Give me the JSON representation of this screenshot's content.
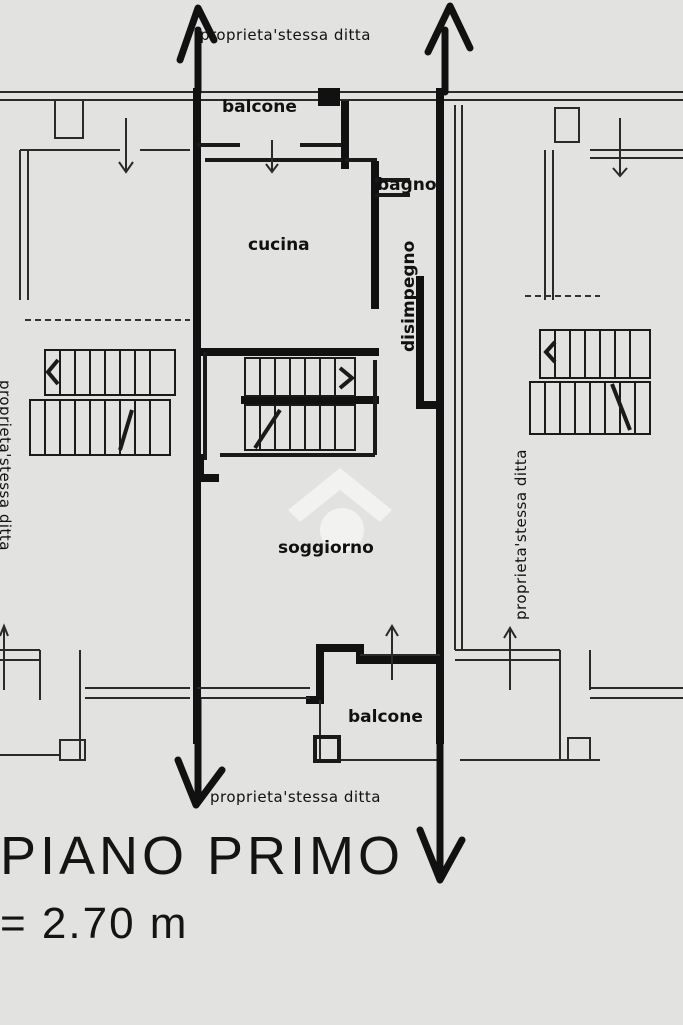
{
  "rooms": {
    "balcone_top": "balcone",
    "bagno": "bagno",
    "cucina": "cucina",
    "disimpegno": "disimpegno",
    "soggiorno": "soggiorno",
    "balcone_bottom": "balcone"
  },
  "neighbors": {
    "top": "proprieta'stessa ditta",
    "right": "proprieta'stessa ditta",
    "bottom": "proprieta'stessa ditta",
    "left": "proprieta'stessa ditta"
  },
  "floor": {
    "title": "PIANO PRIMO",
    "height": "= 2.70 m"
  },
  "colors": {
    "paper": "#e2e2e0",
    "ink": "#111111"
  }
}
